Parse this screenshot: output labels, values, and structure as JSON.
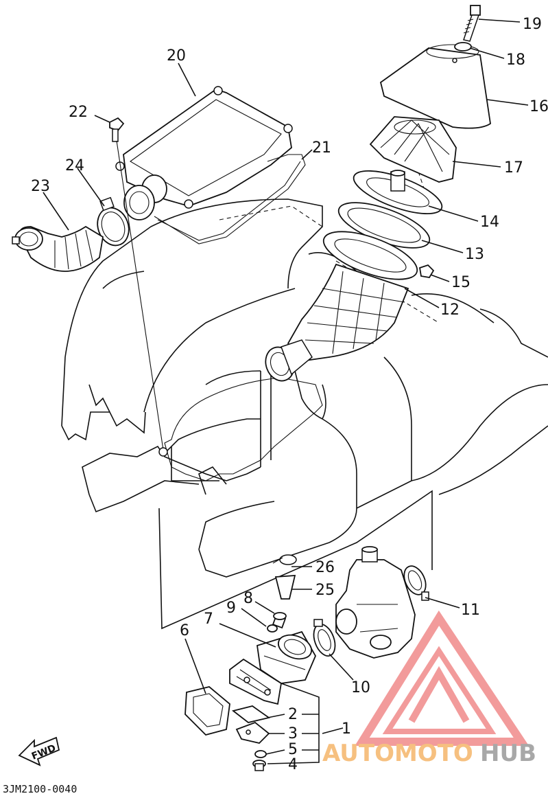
{
  "diagram": {
    "code": "3JM2100-0040",
    "fwd_label": "FWD",
    "callouts": [
      {
        "num": "1"
      },
      {
        "num": "2"
      },
      {
        "num": "3"
      },
      {
        "num": "4"
      },
      {
        "num": "5"
      },
      {
        "num": "6"
      },
      {
        "num": "7"
      },
      {
        "num": "8"
      },
      {
        "num": "9"
      },
      {
        "num": "10"
      },
      {
        "num": "11"
      },
      {
        "num": "12"
      },
      {
        "num": "13"
      },
      {
        "num": "14"
      },
      {
        "num": "15"
      },
      {
        "num": "16"
      },
      {
        "num": "17"
      },
      {
        "num": "18"
      },
      {
        "num": "19"
      },
      {
        "num": "20"
      },
      {
        "num": "21"
      },
      {
        "num": "22"
      },
      {
        "num": "23"
      },
      {
        "num": "24"
      },
      {
        "num": "25"
      },
      {
        "num": "26"
      }
    ]
  },
  "watermark": {
    "brand_part1": "AUTOMOTO",
    "brand_part2": "HUB",
    "color_primary": "#f08a8a",
    "color_orange": "#f5b66a",
    "color_grey": "#9a9a9a"
  }
}
